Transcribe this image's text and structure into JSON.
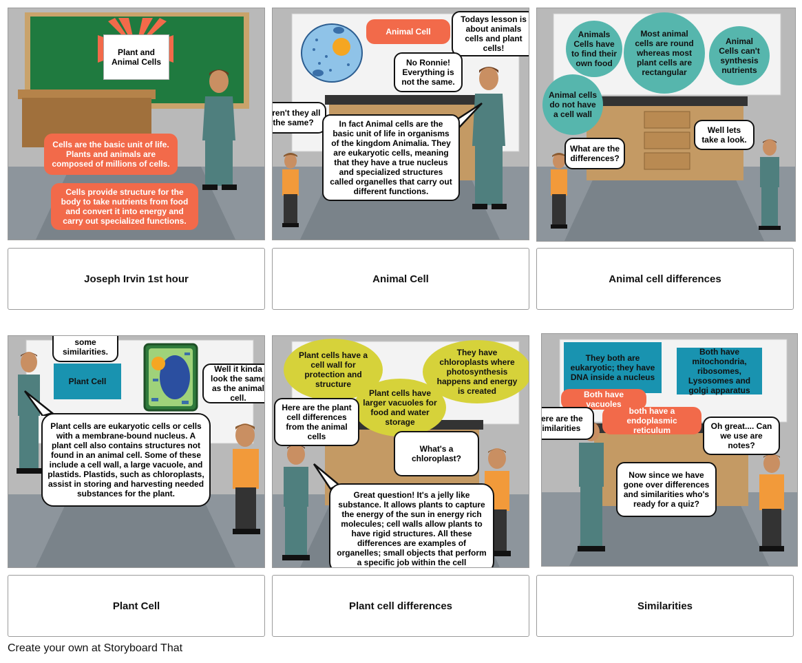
{
  "panels": [
    {
      "caption": "Joseph Irvin 1st hour",
      "sign": "Plant and Animal Cells",
      "notes": [
        "Cells are the basic unit of life. Plants and animals are composed of millions of cells.",
        "Cells provide structure for the body to take nutrients from food and convert it into energy and carry out specialized functions."
      ]
    },
    {
      "caption": "Animal Cell",
      "label": "Animal Cell",
      "bubbles": [
        "Todays lesson is about animals cells and plant cells!",
        "No Ronnie! Everything is not the same.",
        "Aren't they all the same?",
        "In fact Animal cells are the basic unit of life in organisms of the kingdom Animalia. They are eukaryotic cells, meaning that they have a true nucleus and specialized structures called organelles that carry out different functions."
      ]
    },
    {
      "caption": "Animal cell differences",
      "circles": [
        "Animals Cells have to find their own food",
        "Most animal cells are round whereas most plant cells are rectangular",
        "Animal Cells can't synthesis nutrients",
        "Animal cells do not have a cell wall"
      ],
      "bubbles": [
        "What are the differences?",
        "Well lets take a look."
      ]
    },
    {
      "caption": "Plant Cell",
      "label": "Plant Cell",
      "bubbles": [
        "Yes there are some similarities.",
        "Well it kinda look the same as the animal cell.",
        "Plant cells are eukaryotic cells or cells with a membrane-bound nucleus. A plant cell also contains structures not found in an animal cell. Some of these include a cell wall, a large vacuole, and plastids. Plastids, such as chloroplasts, assist in storing and harvesting needed substances for the plant."
      ]
    },
    {
      "caption": "Plant cell differences",
      "circles": [
        "Plant cells have a cell wall for protection and structure",
        "They have chloroplasts where photosynthesis happens and energy is created",
        "Plant cells have larger vacuoles for food and water storage"
      ],
      "bubbles": [
        "Here are the plant cell differences from the animal cells",
        "What's a chloroplast?",
        "Great question! It's a jelly like substance. It allows plants to capture the energy of the sun in energy rich molecules; cell walls allow plants to have rigid structures. All these differences are examples of organelles; small objects that perform a specific job within the cell"
      ]
    },
    {
      "caption": "Similarities",
      "boxes": [
        "They both are eukaryotic; they have DNA inside a nucleus",
        "Both have mitochondria, ribosomes, Lysosomes and golgi apparatus",
        "Both have vacuoles",
        "both have a endoplasmic reticulum"
      ],
      "bubbles": [
        "Here are the similarities",
        "Oh great.... Can we use are notes?",
        "Now since we have gone over differences and similarities who's ready for a quiz?"
      ]
    }
  ],
  "footer": "Create your own at Storyboard That",
  "colors": {
    "orange": "#f26a4a",
    "teal": "#56b6ad",
    "yellow": "#d6d23a",
    "blue": "#1993b0",
    "chalkboard": "#1f7a3f"
  }
}
